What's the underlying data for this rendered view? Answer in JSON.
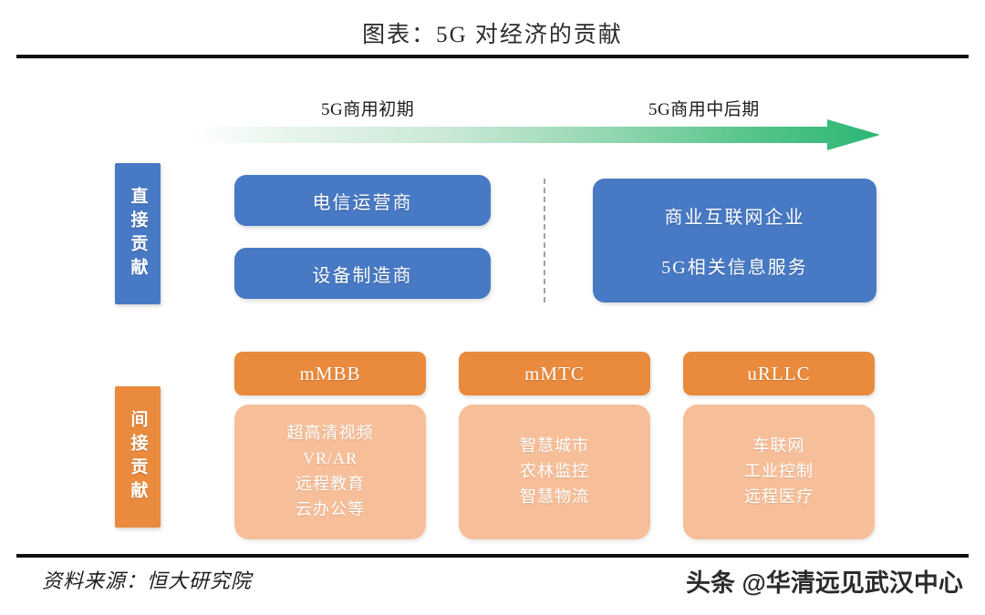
{
  "header": {
    "title": "图表：5G 对经济的贡献"
  },
  "timeline": {
    "phase_early": "5G商用初期",
    "phase_late": "5G商用中后期",
    "arrow_icon": "right-arrow-icon",
    "gradient_start_color": "#FFFFFF",
    "gradient_end_color": "#2BB673"
  },
  "categories": {
    "direct": {
      "label": "直接贡献",
      "color": "#4779C4"
    },
    "indirect": {
      "label": "间接贡献",
      "color": "#E98A3C"
    }
  },
  "direct_row": {
    "early_boxes": [
      {
        "label": "电信运营商"
      },
      {
        "label": "设备制造商"
      }
    ],
    "late_box": {
      "line1": "商业互联网企业",
      "line2": "5G相关信息服务"
    },
    "box_color": "#4779C4",
    "divider": "dashed-vertical-divider"
  },
  "indirect_row": {
    "columns": [
      {
        "head": "mMBB",
        "items": [
          "超高清视频",
          "VR/AR",
          "远程教育",
          "云办公等"
        ]
      },
      {
        "head": "mMTC",
        "items": [
          "智慧城市",
          "农林监控",
          "智慧物流"
        ]
      },
      {
        "head": "uRLLC",
        "items": [
          "车联网",
          "工业控制",
          "远程医疗"
        ]
      }
    ],
    "head_color": "#E98A3C",
    "body_color": "#F7BF99"
  },
  "footer": {
    "source": "资料来源：恒大研究院",
    "watermark": "头条 @华清远见武汉中心"
  }
}
